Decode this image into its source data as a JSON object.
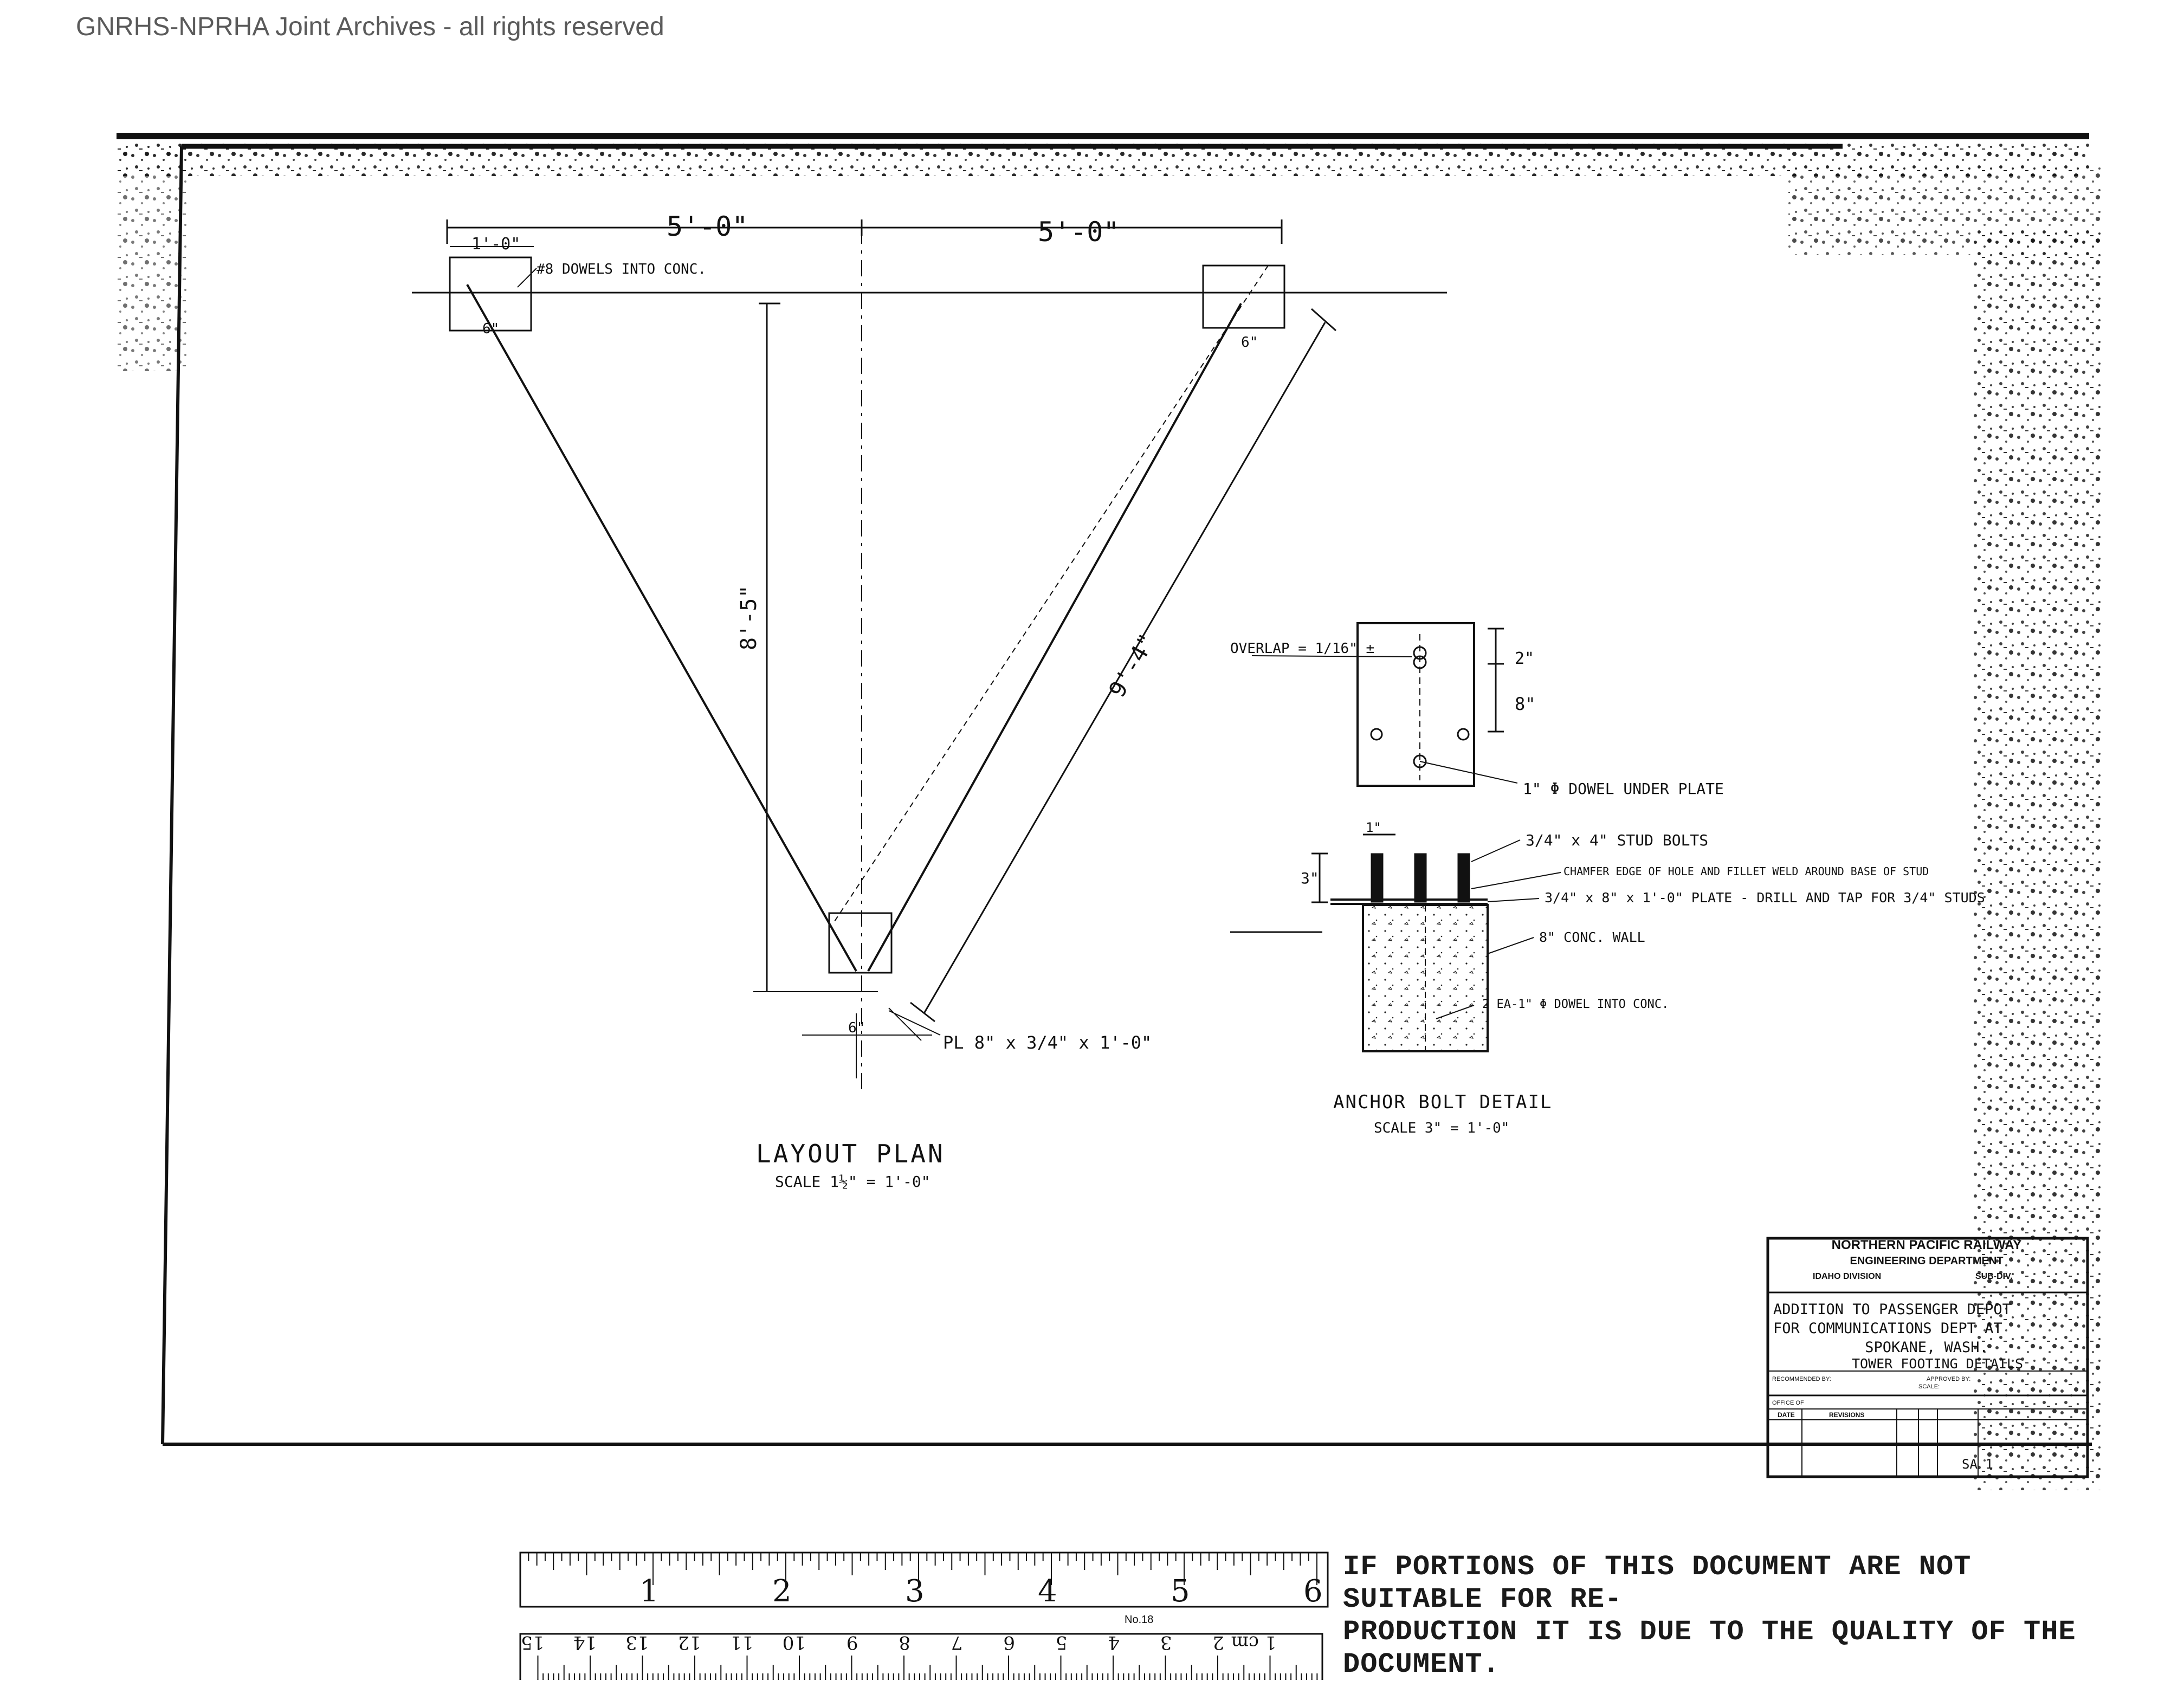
{
  "watermark": "GNRHS-NPRHA Joint Archives - all rights reserved",
  "layout_plan": {
    "title": "LAYOUT PLAN",
    "scale": "SCALE 1½\" = 1'-0\"",
    "dim_left_span": "5'-0\"",
    "dim_right_span": "5'-0\"",
    "dim_plate_width": "1'-0\"",
    "dim_height": "8'-5\"",
    "dim_diagonal": "9'-4\"",
    "dim_block_left": "6\"",
    "dim_block_right": "6\"",
    "dim_bottom_block": "6\"",
    "dowels_note": "#8 DOWELS INTO CONC.",
    "plate_note": "PL 8\" x 3/4\" x 1'-0\""
  },
  "anchor_detail": {
    "title": "ANCHOR BOLT DETAIL",
    "scale": "SCALE 3\" = 1'-0\"",
    "overlap_note": "OVERLAP = 1/16\" ±",
    "dowel_under_plate": "1\" Φ DOWEL UNDER PLATE",
    "stud_bolts": "3/4\" x 4\" STUD BOLTS",
    "chamfer_note": "CHAMFER EDGE OF HOLE AND FILLET WELD AROUND BASE OF STUD",
    "plate_drill": "3/4\" x 8\" x 1'-0\" PLATE - DRILL AND TAP FOR 3/4\" STUDS",
    "conc_wall": "8\" CONC. WALL",
    "dowel_into_conc": "2 EA-1\" Φ DOWEL INTO CONC.",
    "dim_top": "2\"",
    "dim_mid": "8\"",
    "dim_stud": "3\"",
    "dim_bolt_space": "1\""
  },
  "title_block": {
    "railway": "NORTHERN PACIFIC RAILWAY",
    "department": "ENGINEERING DEPARTMENT",
    "division": "IDAHO DIVISION",
    "subdiv": "SUB-DIV.",
    "line1": "ADDITION TO PASSENGER DEPOT",
    "line2": "FOR COMMUNICATIONS DEPT AT",
    "line3": "SPOKANE, WASH.",
    "line4": "TOWER FOOTING DETAILS",
    "recommended": "RECOMMENDED BY:",
    "approved": "APPROVED BY:",
    "office": "OFFICE OF",
    "scale": "SCALE:",
    "revisions": "REVISIONS",
    "date": "DATE",
    "sheet": "SA 1"
  },
  "ruler": {
    "inch_labels": [
      "1",
      "2",
      "3",
      "4",
      "5",
      "6"
    ],
    "cm_labels": [
      "1 cm",
      "2",
      "3",
      "4",
      "5",
      "6",
      "7",
      "8",
      "9",
      "10",
      "11",
      "12",
      "13",
      "14",
      "15"
    ],
    "model": "No.18"
  },
  "notice": {
    "line1": "IF PORTIONS OF THIS DOCUMENT ARE NOT SUITABLE FOR RE-",
    "line2": "PRODUCTION IT IS DUE TO THE QUALITY OF THE DOCUMENT."
  }
}
